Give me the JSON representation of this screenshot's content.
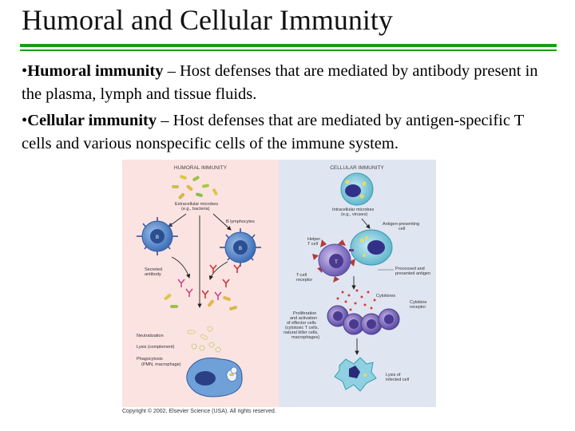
{
  "slide": {
    "title": "Humoral and Cellular Immunity",
    "accent_color": "#1d9a1d"
  },
  "bullets": [
    {
      "marker": "•",
      "term": "Humoral immunity",
      "text": " – Host defenses that are mediated by antibody present in the plasma, lymph and tissue fluids."
    },
    {
      "marker": "•",
      "term": "Cellular immunity",
      "text": " – Host defenses that are mediated by antigen-specific T cells and various nonspecific cells of the immune system."
    }
  ],
  "figure": {
    "humoral": {
      "heading": "HUMORAL IMMUNITY",
      "bg_color": "#fbe3e1",
      "microbes_label_1": "Extracellular microbes",
      "microbes_label_2": "(e.g., bacteria)",
      "b_cells_label": "B lymphocytes",
      "b_cell_letter": "B",
      "antibody_label_1": "Secreted",
      "antibody_label_2": "antibody",
      "neutralization_label": "Neutralization",
      "lysis_label": "Lysis (complement)",
      "phago_label_1": "Phagocytosis",
      "phago_label_2": "(PMN, macrophage)"
    },
    "cellular": {
      "heading": "CELLULAR IMMUNITY",
      "bg_color": "#dfe6f1",
      "microbes_label_1": "Intracellular microbes",
      "microbes_label_2": "(e.g., viruses)",
      "apc_label_1": "Antigen-presenting",
      "apc_label_2": "cell",
      "helper_label_1": "Helper",
      "helper_label_2": "T cell",
      "t_cell_letter": "T",
      "receptor_label_1": "T-cell",
      "receptor_label_2": "receptor",
      "processed_label_1": "Processed and",
      "processed_label_2": "presented antigen",
      "cytokines_label": "Cytokines",
      "cytokine_receptor_label_1": "Cytokine",
      "cytokine_receptor_label_2": "receptor",
      "effector_label_1": "Proliferation",
      "effector_label_2": "and activation",
      "effector_label_3": "of effector cells",
      "effector_label_4": "(cytotoxic T cells,",
      "effector_label_5": "natural killer cells,",
      "effector_label_6": "macrophages)",
      "lysis_label_1": "Lysis of",
      "lysis_label_2": "infected cell"
    },
    "copyright": "Copyright © 2002, Elsevier Science (USA). All rights reserved."
  }
}
